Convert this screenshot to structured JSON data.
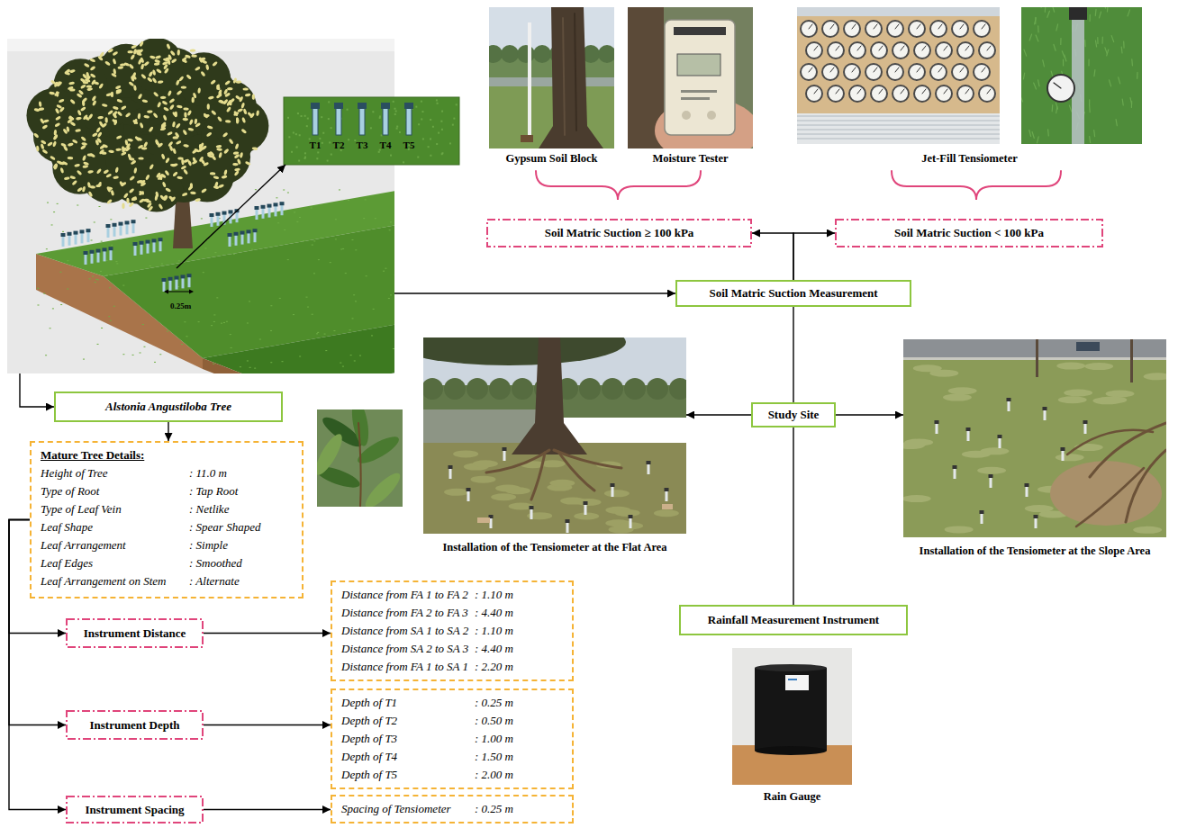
{
  "diagram": {
    "nodes": [
      {
        "text": [
          "0.25m"
        ]
      },
      {
        "text": [
          "T1",
          "T2",
          "T3",
          "T4",
          "T5"
        ]
      },
      {
        "text": [
          "Gypsum Soil Block"
        ]
      },
      {
        "text": [
          "Moisture Tester"
        ]
      },
      {
        "text": [
          "Jet-Fill Tensiometer"
        ]
      },
      {
        "text": [
          "Soil Matric Suction ≥ 100 kPa"
        ]
      },
      {
        "text": [
          "Soil Matric Suction < 100 kPa"
        ]
      },
      {
        "text": [
          "Soil Matric Suction Measurement"
        ]
      },
      {
        "text": [
          "Installation of the Tensiometer at the Flat Area"
        ]
      },
      {
        "text": [
          "Study Site"
        ]
      },
      {
        "text": [
          "Installation of the Tensiometer at the Slope Area"
        ]
      },
      {
        "text": [
          "Alstonia Angustiloba Tree"
        ]
      },
      {
        "text": [
          "Mature Tree Details:",
          "Height of Tree",
          ": 11.0 m",
          "Type of Root",
          ": Tap Root",
          "Type of Leaf Vein",
          ": Netlike",
          "Leaf Shape",
          ": Spear Shaped",
          "Leaf Arrangement",
          ": Simple",
          "Leaf Edges",
          ": Smoothed",
          "Leaf Arrangement on Stem",
          ": Alternate"
        ]
      },
      {
        "text": [
          "Rainfall Measurement Instrument"
        ]
      },
      {
        "text": [
          "Instrument Distance"
        ]
      },
      {
        "text": [
          "Distance from FA 1 to FA 2",
          ": 1.10 m",
          "Distance from FA 2 to FA 3",
          ": 4.40 m",
          "Distance from SA 1 to SA 2",
          ": 1.10 m",
          "Distance from SA 2 to SA 3",
          ": 4.40 m",
          "Distance from FA 1 to SA 1",
          ": 2.20 m"
        ]
      },
      {
        "text": [
          "Instrument Depth"
        ]
      },
      {
        "text": [
          "Depth of T1",
          ": 0.25 m",
          "Depth of T2",
          ": 0.50 m",
          "Depth of T3",
          ": 1.00 m",
          "Depth of T4",
          ": 1.50 m",
          "Depth of T5",
          ": 2.00 m"
        ]
      },
      {
        "text": [
          "Rain Gauge"
        ]
      },
      {
        "text": [
          "Instrument Spacing"
        ]
      },
      {
        "text": [
          "Spacing of Tensiometer",
          ": 0.25 m"
        ]
      }
    ],
    "edges": [
      {
        "from": 0,
        "to": 1,
        "arrow": "to"
      },
      {
        "from": 0,
        "to": 7,
        "arrow": "to"
      },
      {
        "from": 0,
        "to": 11,
        "arrow": "to"
      },
      {
        "from": 11,
        "to": 12,
        "arrow": "to"
      },
      {
        "from": 7,
        "to": 5,
        "arrow": "to"
      },
      {
        "from": 7,
        "to": 6,
        "arrow": "to"
      },
      {
        "from": 7,
        "to": 9,
        "arrow": "none"
      },
      {
        "from": 9,
        "to": 8,
        "arrow": "to"
      },
      {
        "from": 9,
        "to": 10,
        "arrow": "to"
      },
      {
        "from": 9,
        "to": 13,
        "arrow": "none"
      },
      {
        "from": 12,
        "to": 14,
        "arrow": "to"
      },
      {
        "from": 12,
        "to": 16,
        "arrow": "to"
      },
      {
        "from": 12,
        "to": 19,
        "arrow": "to"
      },
      {
        "from": 14,
        "to": 15,
        "arrow": "to"
      },
      {
        "from": 16,
        "to": 17,
        "arrow": "to"
      },
      {
        "from": 19,
        "to": 20,
        "arrow": "to"
      }
    ]
  }
}
